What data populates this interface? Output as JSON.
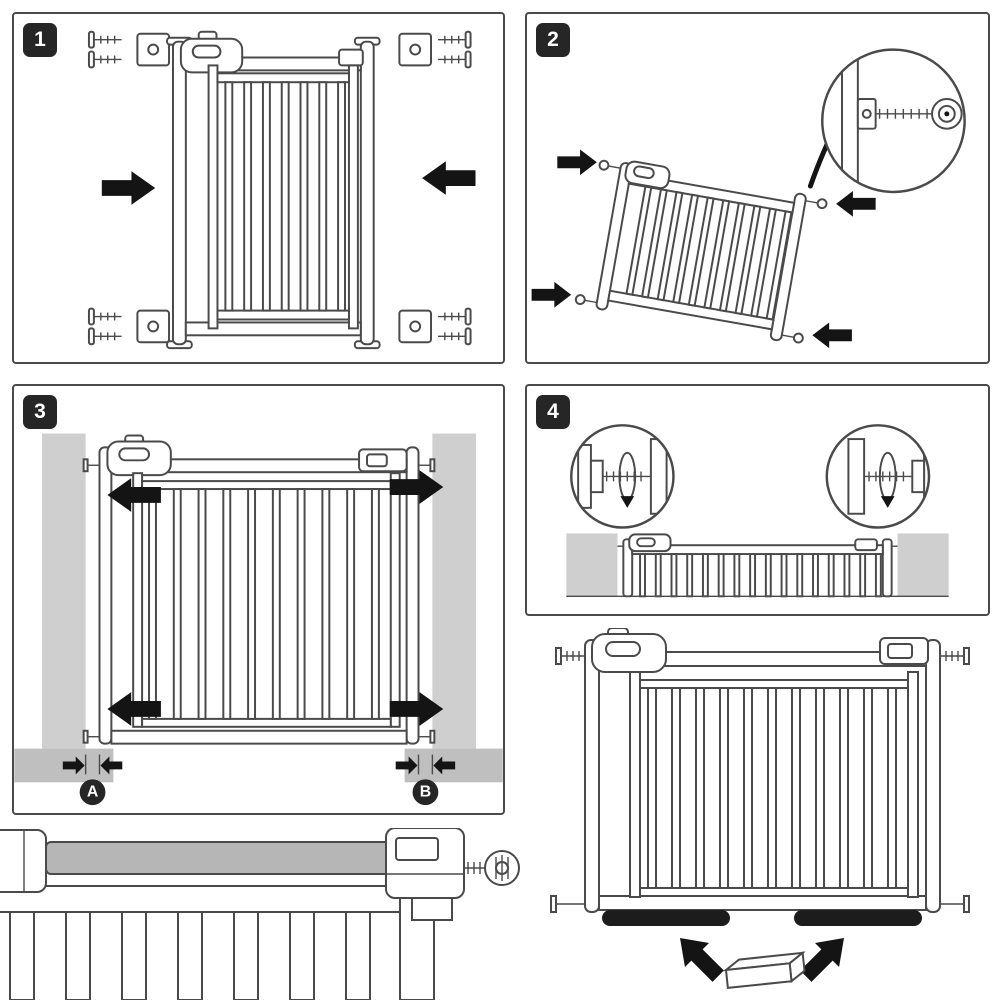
{
  "steps": [
    {
      "number": "1"
    },
    {
      "number": "2"
    },
    {
      "number": "3"
    },
    {
      "number": "4"
    }
  ],
  "measure_labels": {
    "a": "A",
    "b": "B"
  },
  "icons": {
    "push_arrow": "filled-black-arrow",
    "rotation_arrow": "ellipse-rotation-arrow",
    "magnifier": "detail-circle",
    "spindle": "threaded-rod-with-knob"
  },
  "colors": {
    "badge_bg": "#262626",
    "badge_text": "#ffffff",
    "outline": "#4a4a4a",
    "panel_border": "#4a4a4a",
    "arrow_black": "#141414",
    "wall_gray": "#cfcfcf",
    "floor_gray": "#bfbfbf",
    "rail_gray": "#b6b6b6",
    "pad_black": "#1c1c1c",
    "background": "#ffffff"
  }
}
